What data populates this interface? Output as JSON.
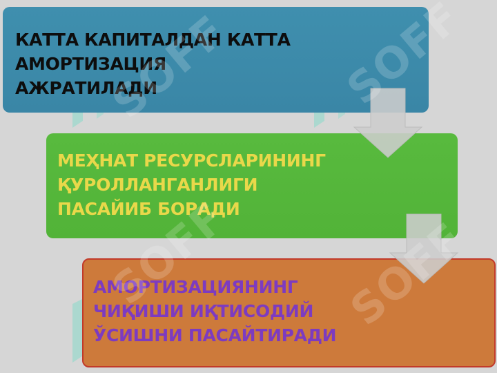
{
  "diagram": {
    "boxes": [
      {
        "text": "КАТТА КАПИТАЛДАН КАТТА\nАМОРТИЗАЦИЯ\nАЖРАТИЛАДИ",
        "color": "#3f8fae",
        "text_color": "#0d0d0d"
      },
      {
        "text": "МЕҲНАТ РЕСУРСЛАРИНИНГ\nҚУРОЛЛАНГАНЛИГИ\nПАСАЙИБ БОРАДИ",
        "color": "#58ba3e",
        "text_color": "#e9d84a"
      },
      {
        "text": "АМОРТИЗАЦИЯНИНГ\nЧИҚИШИ ИҚТИСОДИЙ\nЎСИШНИ ПАСАЙТИРАДИ",
        "color": "#cd7a3b",
        "text_color": "#7d3bc0"
      }
    ],
    "arrows": [
      {
        "from": 0,
        "to": 1,
        "icon": "down-arrow-icon"
      },
      {
        "from": 1,
        "to": 2,
        "icon": "down-arrow-icon"
      }
    ]
  },
  "watermark": {
    "text": "SOFF",
    "icon": "soff-logo-icon"
  }
}
